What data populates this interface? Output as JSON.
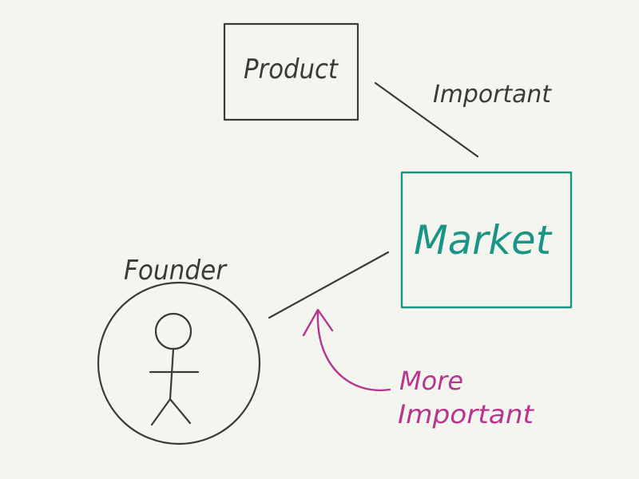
{
  "nodes": {
    "product": {
      "label": "Product"
    },
    "market": {
      "label": "Market"
    },
    "founder": {
      "label": "Founder"
    }
  },
  "edges": {
    "product_market": {
      "label": "Important"
    },
    "founder_market": {
      "label_line1": "More",
      "label_line2": "Important"
    }
  },
  "colors": {
    "background": "#f5f5f0",
    "ink": "#3a3a3a",
    "market": "#1a9585",
    "emphasis": "#b5358f"
  }
}
